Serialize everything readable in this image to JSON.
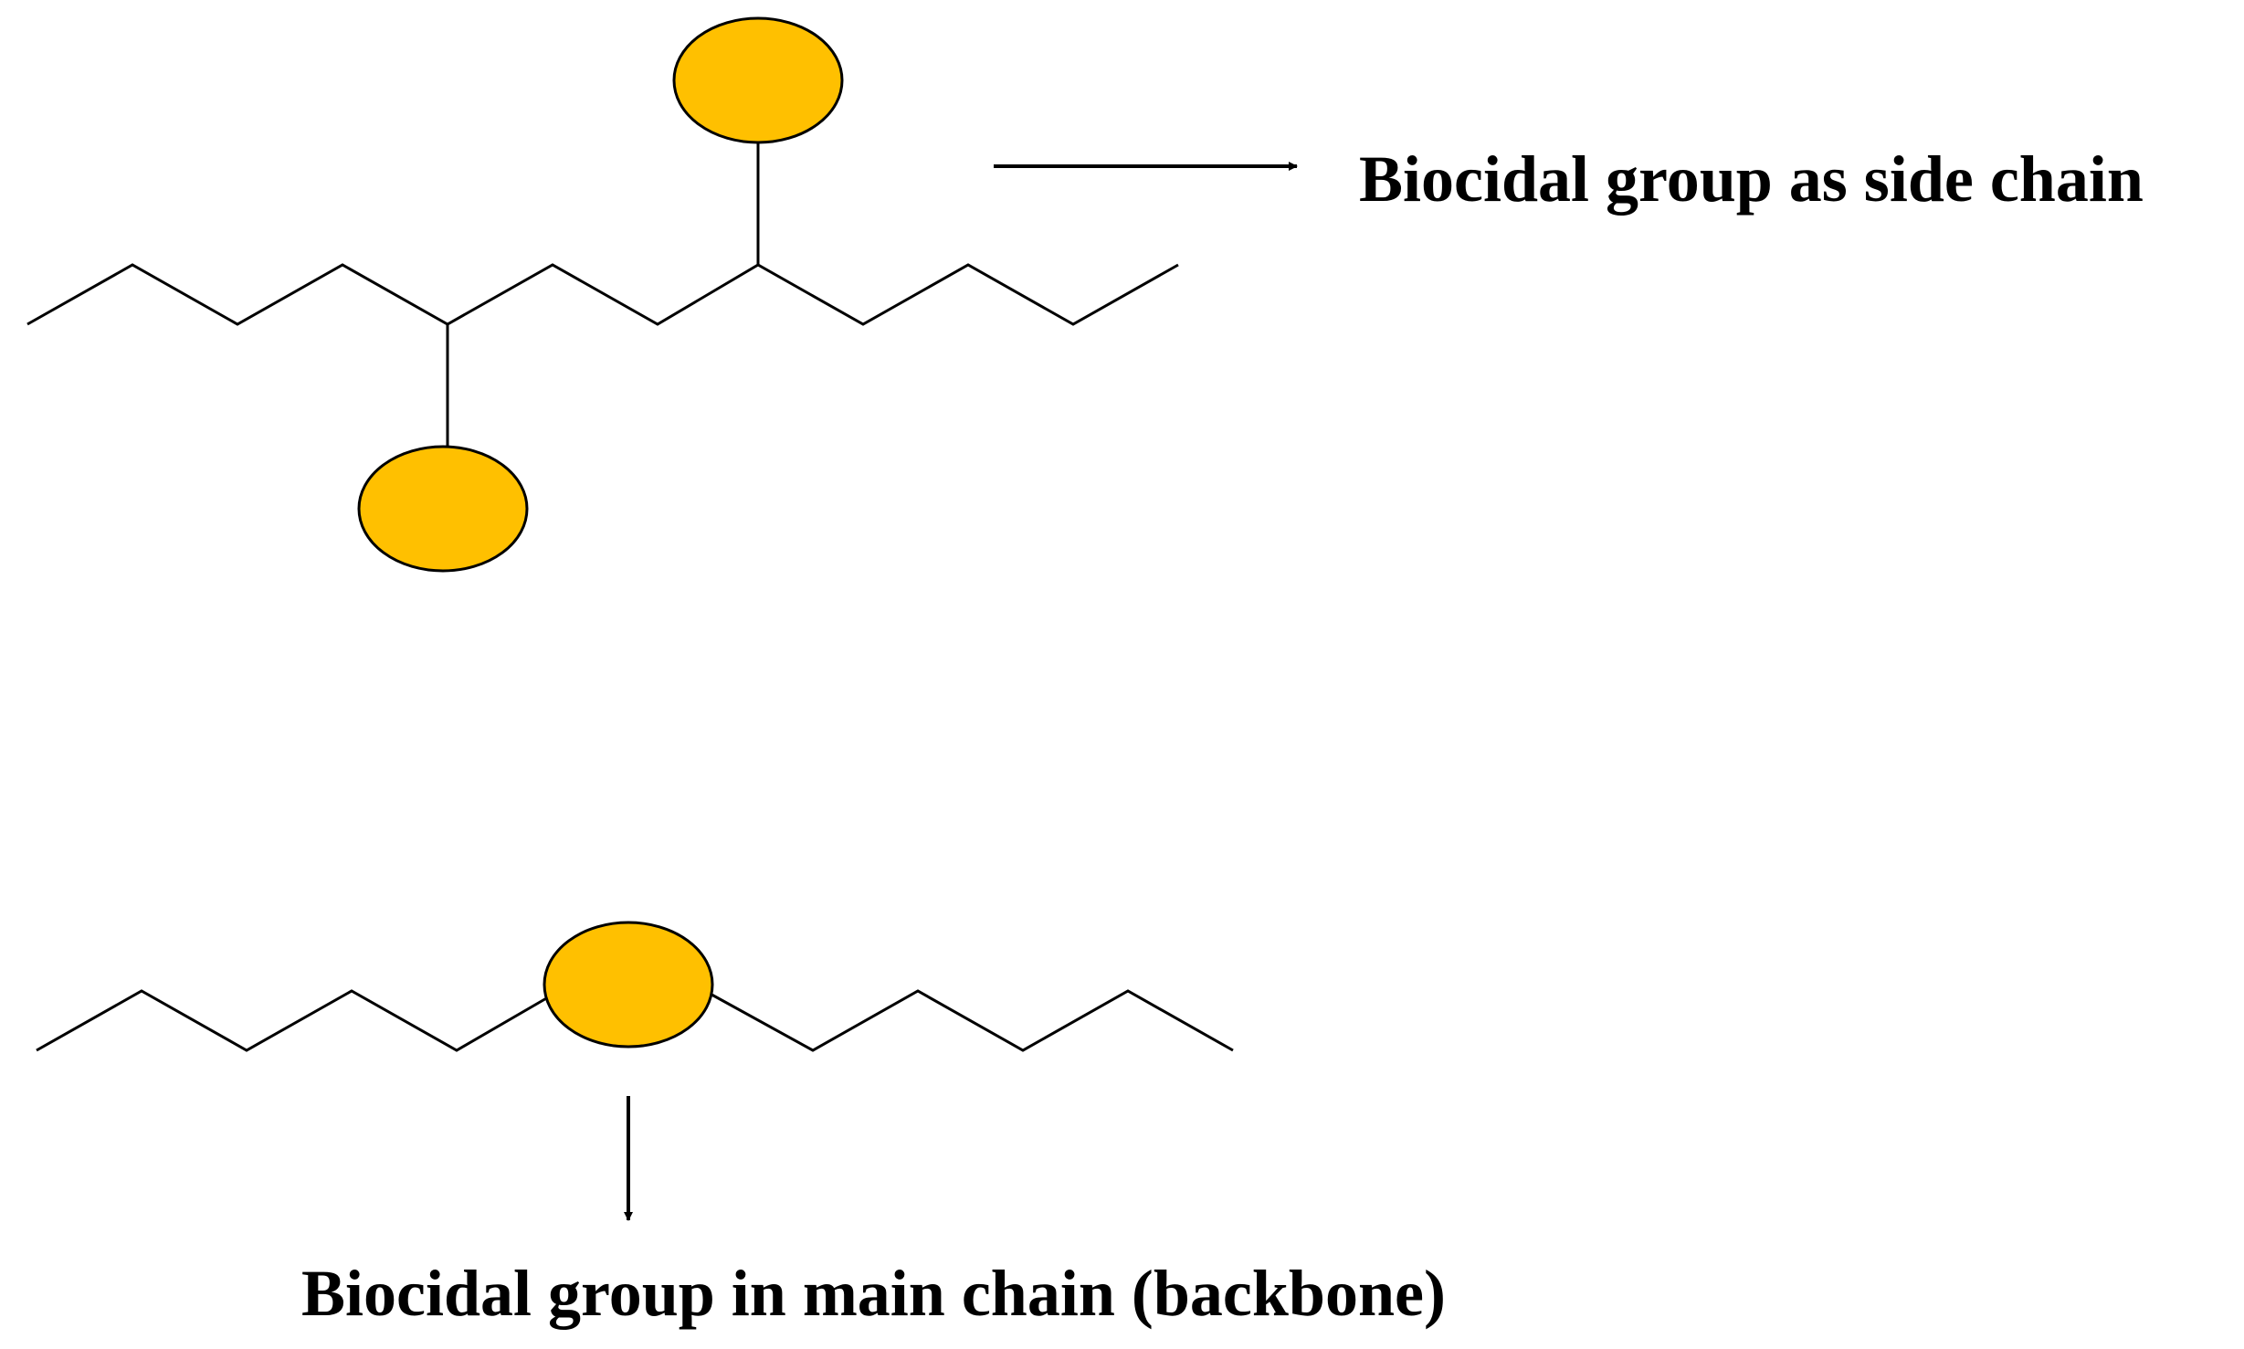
{
  "colors": {
    "biocidal_group_fill": "#FFC000",
    "stroke": "#000000",
    "background": "#FFFFFF"
  },
  "side_chain_polymer": {
    "label": "Biocidal group as side chain",
    "pendant_group_count": 2
  },
  "main_chain_polymer": {
    "label": "Biocidal group in main chain (backbone)",
    "backbone_group_count": 1
  }
}
